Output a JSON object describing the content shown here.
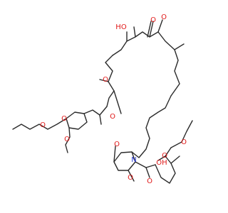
{
  "atom_labels": {
    "O": "O",
    "N": "N",
    "HO": "HO",
    "OH": "OH"
  },
  "colors": {
    "bond": "#2b2b2b",
    "oxygen": "#e01818",
    "nitrogen": "#2a3bd6",
    "background": "#ffffff"
  }
}
